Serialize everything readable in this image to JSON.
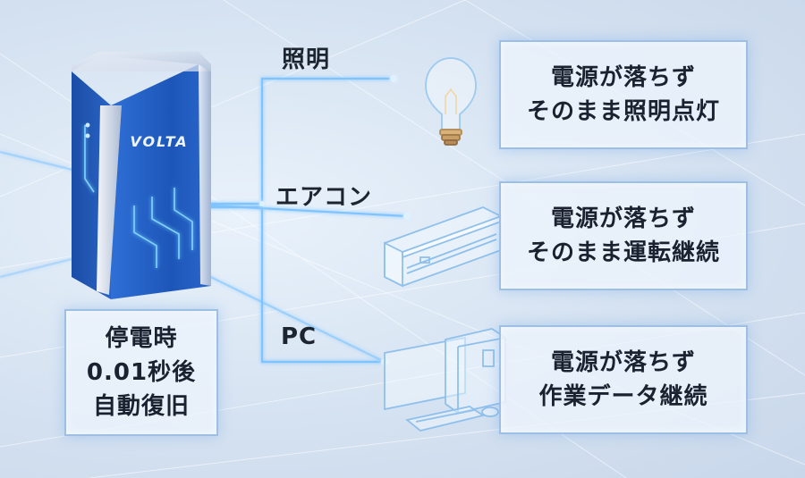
{
  "device": {
    "brand": "VOLTA"
  },
  "branches": [
    {
      "label": "照明",
      "description": [
        "電源が落ちず",
        "そのまま照明点灯"
      ]
    },
    {
      "label": "エアコン",
      "description": [
        "電源が落ちず",
        "そのまま運転継続"
      ]
    },
    {
      "label": "PC",
      "description": [
        "電源が落ちず",
        "作業データ継続"
      ]
    }
  ],
  "switchover": [
    "停電時",
    "0.01秒後",
    "自動復旧"
  ],
  "colors": {
    "device_blue": "#1f5fc8",
    "line_glow": "#7fc4ff",
    "box_border": "#96b9e1"
  }
}
